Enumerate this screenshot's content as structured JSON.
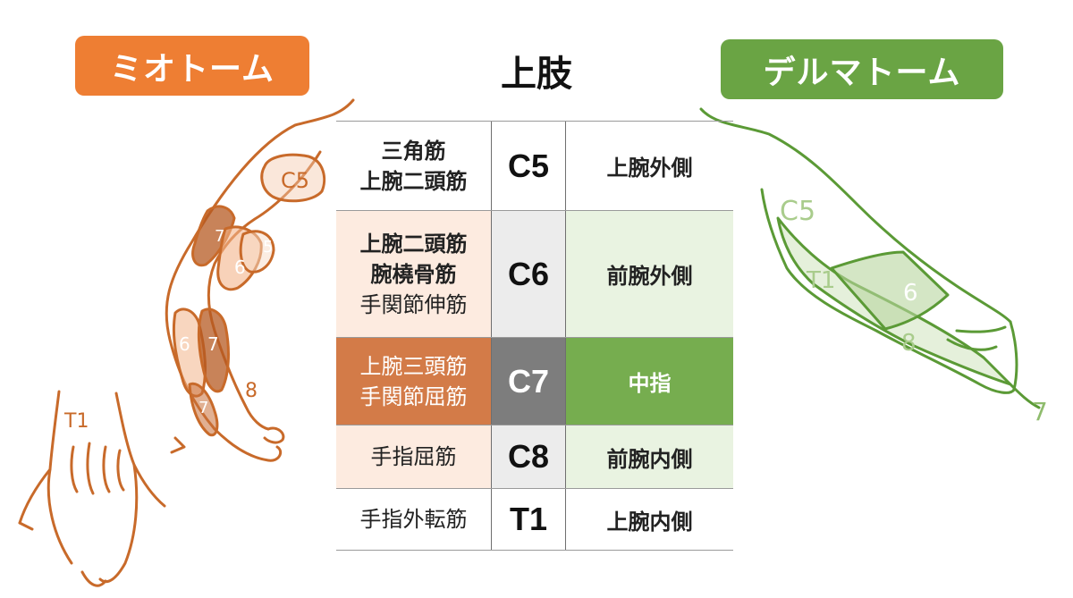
{
  "header": {
    "myotome_label": "ミオトーム",
    "title": "上肢",
    "dermatome_label": "デルマトーム"
  },
  "colors": {
    "myotome": "#ee7e33",
    "dermatome": "#6aa444",
    "myotome_light": "#fdebe0",
    "dermatome_light": "#e9f3e1",
    "level_dark": "#7d7d7d"
  },
  "table": {
    "rows": [
      {
        "level": "C5",
        "muscles": [
          "三角筋",
          "上腕二頭筋"
        ],
        "dermatome": "上腕外側"
      },
      {
        "level": "C6",
        "muscles": [
          "上腕二頭筋",
          "腕橈骨筋",
          "手関節伸筋"
        ],
        "dermatome": "前腕外側"
      },
      {
        "level": "C7",
        "muscles": [
          "上腕三頭筋",
          "手関節屈筋"
        ],
        "dermatome": "中指"
      },
      {
        "level": "C8",
        "muscles": [
          "手指屈筋"
        ],
        "dermatome": "前腕内側"
      },
      {
        "level": "T1",
        "muscles": [
          "手指外転筋"
        ],
        "dermatome": "上腕内側"
      }
    ]
  },
  "illustrations": {
    "myotome_arm_labels": [
      "C5",
      "7",
      "5",
      "6",
      "6",
      "7",
      "7",
      "8"
    ],
    "myotome_hand_label": "T1",
    "dermatome_arm_labels": [
      "C5",
      "T1",
      "6",
      "8",
      "7"
    ]
  }
}
